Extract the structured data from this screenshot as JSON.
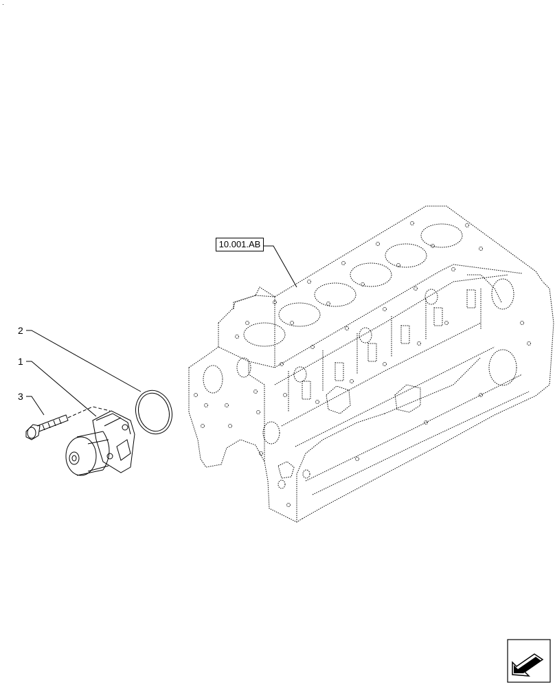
{
  "reference": {
    "label": "10.001.AB"
  },
  "callouts": [
    {
      "id": "2",
      "label": "2"
    },
    {
      "id": "1",
      "label": "1"
    },
    {
      "id": "3",
      "label": "3"
    }
  ],
  "corner_mark": "·",
  "icons": {
    "navigation": "arrow-icon"
  }
}
